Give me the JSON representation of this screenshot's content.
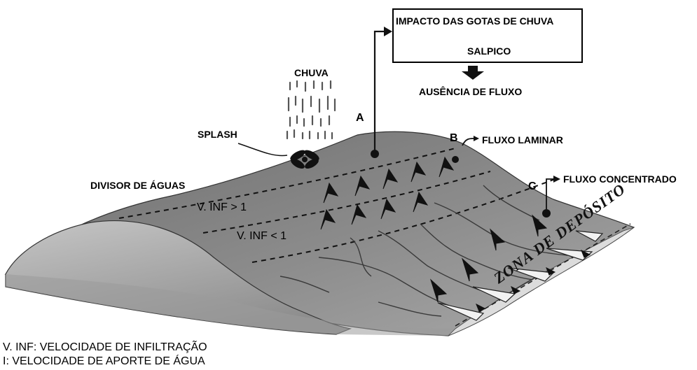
{
  "labels": {
    "impacto": "IMPACTO DAS GOTAS DE CHUVA",
    "salpico": "SALPICO",
    "ausencia": "AUSÊNCIA DE FLUXO",
    "chuva": "CHUVA",
    "splash": "SPLASH",
    "divisor": "DIVISOR DE ÁGUAS",
    "vinf_gt": "V. INF > 1",
    "vinf_lt": "V. INF < 1",
    "point_a": "A",
    "point_b": "B",
    "point_c": "C",
    "fluxo_laminar": "FLUXO LAMINAR",
    "fluxo_concentrado": "FLUXO CONCENTRADO",
    "zona": "ZONA DE DEPÓSITO"
  },
  "legend": {
    "line1": "V. INF: VELOCIDADE DE INFILTRAÇÃO",
    "line2": "I: VELOCIDADE DE APORTE DE ÁGUA"
  },
  "colors": {
    "hill_top": "#7d7d7d",
    "hill_side": "#b4b4b4",
    "ink": "#000000"
  }
}
